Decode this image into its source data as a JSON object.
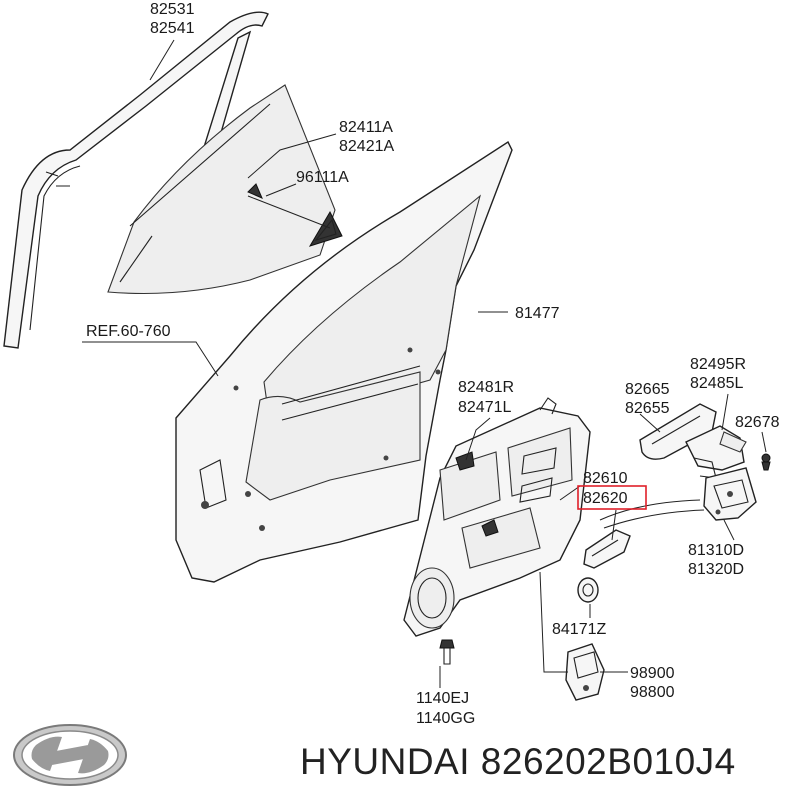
{
  "parts": {
    "run_channel": [
      "82531",
      "82541"
    ],
    "glass": [
      "82411A",
      "82421A"
    ],
    "delta_cover": "96111A",
    "ref": "REF.60-760",
    "clip": "81477",
    "module_panel": [
      "82481R",
      "82471L"
    ],
    "outside_handle": [
      "82665",
      "82655"
    ],
    "handle_cover": [
      "82495R",
      "82485L"
    ],
    "screw": "82678",
    "inside_handle": [
      "82610",
      "82620"
    ],
    "latch": [
      "81310D",
      "81320D"
    ],
    "grommet": "84171Z",
    "bolt": [
      "1140EJ",
      "1140GG"
    ],
    "motor": [
      "98900",
      "98800"
    ]
  },
  "highlight_color": "#e0202a",
  "brand": {
    "logo_icon": "hyundai-logo",
    "caption": "HYUNDAI 826202B010J4"
  }
}
